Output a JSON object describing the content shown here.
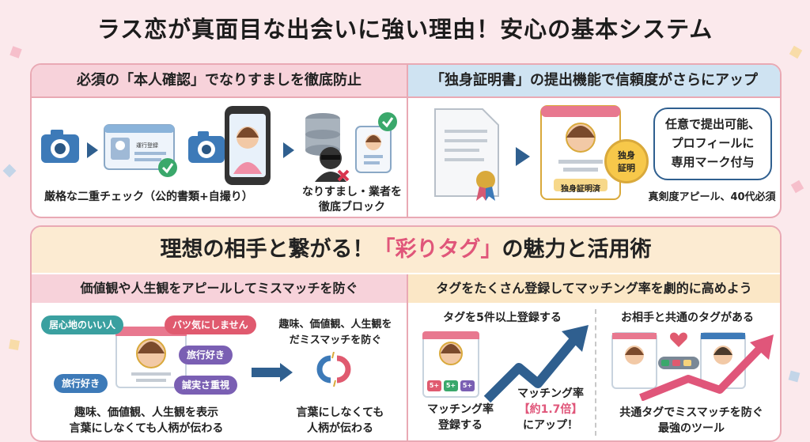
{
  "title": "ラス恋が真面目な出会いに強い理由！安心の基本システム",
  "section1": {
    "left": {
      "header": "必須の「本人確認」でなりすましを徹底防止",
      "id_card_label": "運行登録",
      "caption_check": "厳格な二重チェック（公的書類+自撮り）",
      "caption_block_l1": "なりすまし・業者を",
      "caption_block_l2": "徹底ブロック"
    },
    "right": {
      "header": "「独身証明書」の提出機能で信頼度がさらにアップ",
      "badge_text_l1": "独身",
      "badge_text_l2": "証明",
      "profile_label": "独身証明済",
      "bubble_l1": "任意で提出可能、",
      "bubble_l2": "プロフィールに",
      "bubble_l3": "専用マーク付与",
      "caption": "真剣度アピール、40代必須"
    }
  },
  "section2": {
    "title_pre": "理想の相手と繋がる！",
    "title_hl": "「彩りタグ」",
    "title_post": "の魅力と活用術",
    "left": {
      "header": "価値観や人生観をアピールしてミスマッチを防ぐ",
      "tags": [
        "居心地のいい人",
        "バツ気にしません",
        "旅行好き",
        "旅行好き",
        "誠実さ重視"
      ],
      "side_l1": "趣味、価値観、人生観を",
      "side_l2": "だミスマッチを防ぐ",
      "caption_l1": "趣味、価値観、人生観を表示",
      "caption_l2": "言葉にしなくても人柄が伝わる",
      "caption2_l1": "言葉にしなくても",
      "caption2_l2": "人柄が伝わる"
    },
    "right": {
      "header": "タグをたくさん登録してマッチング率を劇的に高めよう",
      "sub1": "タグを5件以上登録する",
      "sub2": "お相手と共通のタグがある",
      "chip": "5+",
      "cap1_l1": "マッチング率",
      "cap1_l2": "登録する",
      "cap2_l1": "マッチング率",
      "cap2_hl": "【約1.7倍】",
      "cap2_l3": "にアップ！",
      "cap3_l1": "共通タグでミスマッチを防ぐ",
      "cap3_l2": "最強のツール"
    }
  },
  "colors": {
    "pink_header": "#f7d2da",
    "blue_header": "#cfe3f2",
    "accent": "#e0567a",
    "navy": "#2f5f8f"
  }
}
